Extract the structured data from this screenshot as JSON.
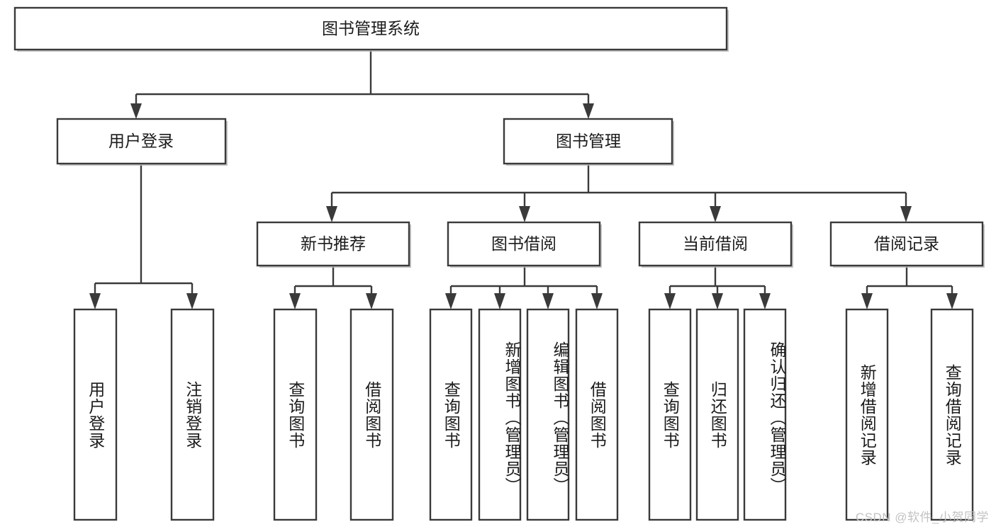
{
  "diagram": {
    "type": "tree-hierarchy-flowchart",
    "title": "图书管理系统",
    "watermark": "CSDN @软件_小贺同学",
    "colors": {
      "box_stroke": "#3a3a3a",
      "box_fill": "#ffffff",
      "text": "#1b1b1b",
      "background": "#ffffff",
      "watermark": "#c2c2c2"
    },
    "levels": {
      "root": {
        "label": "图书管理系统"
      },
      "level2": [
        {
          "id": "user-login",
          "label": "用户登录"
        },
        {
          "id": "book-management",
          "label": "图书管理"
        }
      ],
      "level3": [
        {
          "id": "new-book-recommend",
          "label": "新书推荐",
          "parent": "book-management"
        },
        {
          "id": "book-borrow",
          "label": "图书借阅",
          "parent": "book-management"
        },
        {
          "id": "current-borrow",
          "label": "当前借阅",
          "parent": "book-management"
        },
        {
          "id": "borrow-record",
          "label": "借阅记录",
          "parent": "book-management"
        }
      ],
      "leaves": [
        {
          "id": "leaf-user-login",
          "label": "用户登录",
          "parent": "user-login"
        },
        {
          "id": "leaf-logout-login",
          "label": "注销登录",
          "parent": "user-login"
        },
        {
          "id": "leaf-query-book-1",
          "label": "查询图书",
          "parent": "new-book-recommend"
        },
        {
          "id": "leaf-borrow-book-1",
          "label": "借阅图书",
          "parent": "new-book-recommend"
        },
        {
          "id": "leaf-query-book-2",
          "label": "查询图书",
          "parent": "book-borrow"
        },
        {
          "id": "leaf-add-book",
          "label": "新增图书（管理员）",
          "parent": "book-borrow"
        },
        {
          "id": "leaf-edit-book",
          "label": "编辑图书（管理员）",
          "parent": "book-borrow"
        },
        {
          "id": "leaf-borrow-book-2",
          "label": "借阅图书",
          "parent": "book-borrow"
        },
        {
          "id": "leaf-query-book-3",
          "label": "查询图书",
          "parent": "current-borrow"
        },
        {
          "id": "leaf-return-book",
          "label": "归还图书",
          "parent": "current-borrow"
        },
        {
          "id": "leaf-confirm-return",
          "label": "确认归还（管理员）",
          "parent": "current-borrow"
        },
        {
          "id": "leaf-add-record",
          "label": "新增借阅记录",
          "parent": "borrow-record"
        },
        {
          "id": "leaf-query-record",
          "label": "查询借阅记录",
          "parent": "borrow-record"
        }
      ]
    }
  }
}
